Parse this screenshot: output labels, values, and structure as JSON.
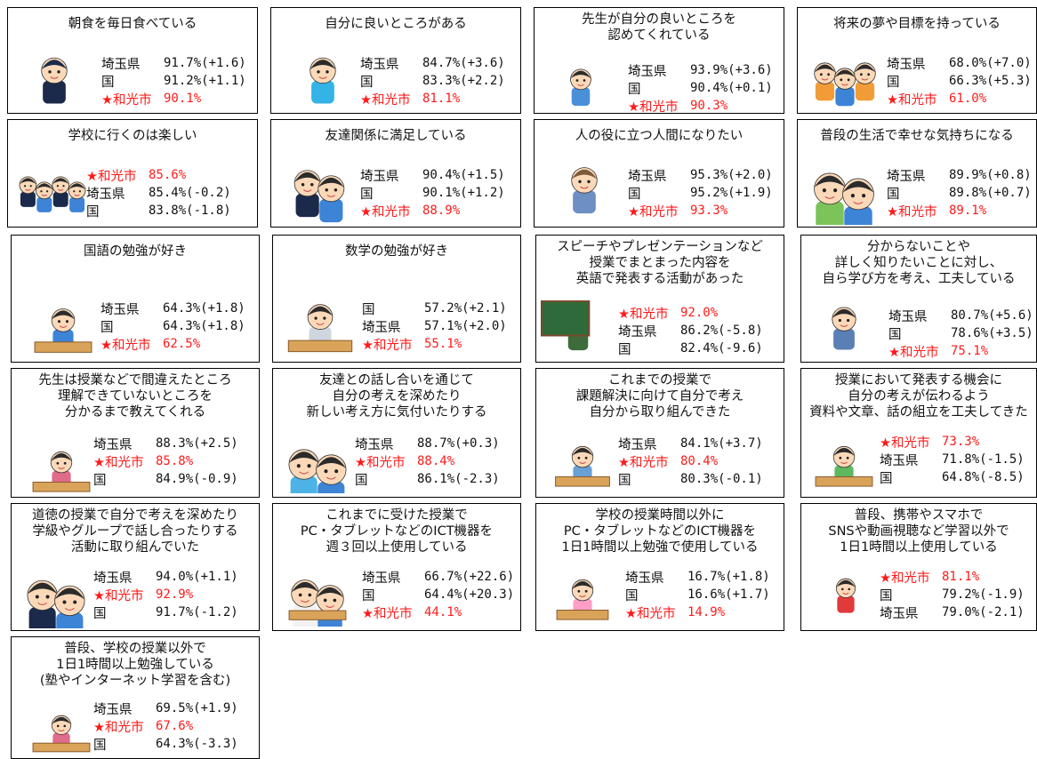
{
  "cards": [
    {
      "title": [
        "朝食を毎日食べている"
      ],
      "rows": [
        {
          "label": "埼玉県",
          "value": "91.7%(+1.6)",
          "red": false
        },
        {
          "label": "国",
          "value": "91.2%(+1.1)",
          "red": false
        },
        {
          "label": "★和光市",
          "value": "90.1%",
          "red": true
        }
      ]
    },
    {
      "title": [
        "自分に良いところがある"
      ],
      "rows": [
        {
          "label": "埼玉県",
          "value": "84.7%(+3.6)",
          "red": false
        },
        {
          "label": "国",
          "value": "83.3%(+2.2)",
          "red": false
        },
        {
          "label": "★和光市",
          "value": "81.1%",
          "red": true
        }
      ]
    },
    {
      "title": [
        "先生が自分の良いところを",
        "認めてくれている"
      ],
      "rows": [
        {
          "label": "埼玉県",
          "value": "93.9%(+3.6)",
          "red": false
        },
        {
          "label": "国",
          "value": "90.4%(+0.1)",
          "red": false
        },
        {
          "label": "★和光市",
          "value": "90.3%",
          "red": true
        }
      ]
    },
    {
      "title": [
        "将来の夢や目標を持っている"
      ],
      "rows": [
        {
          "label": "埼玉県",
          "value": "68.0%(+7.0)",
          "red": false
        },
        {
          "label": "国",
          "value": "66.3%(+5.3)",
          "red": false
        },
        {
          "label": "★和光市",
          "value": "61.0%",
          "red": true
        }
      ]
    },
    {
      "title": [
        "学校に行くのは楽しい"
      ],
      "rows": [
        {
          "label": "★和光市",
          "value": "85.6%",
          "red": true
        },
        {
          "label": "埼玉県",
          "value": "85.4%(-0.2)",
          "red": false
        },
        {
          "label": "国",
          "value": "83.8%(-1.8)",
          "red": false
        }
      ]
    },
    {
      "title": [
        "友達関係に満足している"
      ],
      "rows": [
        {
          "label": "埼玉県",
          "value": "90.4%(+1.5)",
          "red": false
        },
        {
          "label": "国",
          "value": "90.1%(+1.2)",
          "red": false
        },
        {
          "label": "★和光市",
          "value": "88.9%",
          "red": true
        }
      ]
    },
    {
      "title": [
        "人の役に立つ人間になりたい"
      ],
      "rows": [
        {
          "label": "埼玉県",
          "value": "95.3%(+2.0)",
          "red": false
        },
        {
          "label": "国",
          "value": "95.2%(+1.9)",
          "red": false
        },
        {
          "label": "★和光市",
          "value": "93.3%",
          "red": true
        }
      ]
    },
    {
      "title": [
        "普段の生活で幸せな気持ちになる"
      ],
      "rows": [
        {
          "label": "埼玉県",
          "value": "89.9%(+0.8)",
          "red": false
        },
        {
          "label": "国",
          "value": "89.8%(+0.7)",
          "red": false
        },
        {
          "label": "★和光市",
          "value": "89.1%",
          "red": true
        }
      ]
    },
    {
      "title": [
        "国語の勉強が好き"
      ],
      "rows": [
        {
          "label": "埼玉県",
          "value": "64.3%(+1.8)",
          "red": false
        },
        {
          "label": "国",
          "value": "64.3%(+1.8)",
          "red": false
        },
        {
          "label": "★和光市",
          "value": "62.5%",
          "red": true
        }
      ]
    },
    {
      "title": [
        "数学の勉強が好き"
      ],
      "rows": [
        {
          "label": "国",
          "value": "57.2%(+2.1)",
          "red": false
        },
        {
          "label": "埼玉県",
          "value": "57.1%(+2.0)",
          "red": false
        },
        {
          "label": "★和光市",
          "value": "55.1%",
          "red": true
        }
      ]
    },
    {
      "title": [
        "スピーチやプレゼンテーションなど",
        "授業でまとまった内容を",
        "英語で発表する活動があった"
      ],
      "rows": [
        {
          "label": "★和光市",
          "value": "92.0%",
          "red": true
        },
        {
          "label": "埼玉県",
          "value": "86.2%(-5.8)",
          "red": false
        },
        {
          "label": "国",
          "value": "82.4%(-9.6)",
          "red": false
        }
      ]
    },
    {
      "title": [
        "分からないことや",
        "詳しく知りたいことに対し、",
        "自ら学び方を考え、工夫している"
      ],
      "rows": [
        {
          "label": "埼玉県",
          "value": "80.7%(+5.6)",
          "red": false
        },
        {
          "label": "国",
          "value": "78.6%(+3.5)",
          "red": false
        },
        {
          "label": "★和光市",
          "value": "75.1%",
          "red": true
        }
      ]
    },
    {
      "title": [
        "先生は授業などで間違えたところ",
        "理解できていないところを",
        "分かるまで教えてくれる"
      ],
      "rows": [
        {
          "label": "埼玉県",
          "value": "88.3%(+2.5)",
          "red": false
        },
        {
          "label": "★和光市",
          "value": "85.8%",
          "red": true
        },
        {
          "label": "国",
          "value": "84.9%(-0.9)",
          "red": false
        }
      ]
    },
    {
      "title": [
        "友達との話し合いを通じて",
        "自分の考えを深めたり",
        "新しい考え方に気付いたりする"
      ],
      "rows": [
        {
          "label": "埼玉県",
          "value": "88.7%(+0.3)",
          "red": false
        },
        {
          "label": "★和光市",
          "value": "88.4%",
          "red": true
        },
        {
          "label": "国",
          "value": "86.1%(-2.3)",
          "red": false
        }
      ]
    },
    {
      "title": [
        "これまでの授業で",
        "課題解決に向けて自分で考え",
        "自分から取り組んできた"
      ],
      "rows": [
        {
          "label": "埼玉県",
          "value": "84.1%(+3.7)",
          "red": false
        },
        {
          "label": "★和光市",
          "value": "80.4%",
          "red": true
        },
        {
          "label": "国",
          "value": "80.3%(-0.1)",
          "red": false
        }
      ]
    },
    {
      "title": [
        "授業において発表する機会に",
        "自分の考えが伝わるよう",
        "資料や文章、話の組立を工夫してきた"
      ],
      "rows": [
        {
          "label": "★和光市",
          "value": "73.3%",
          "red": true
        },
        {
          "label": "埼玉県",
          "value": "71.8%(-1.5)",
          "red": false
        },
        {
          "label": "国",
          "value": "64.8%(-8.5)",
          "red": false
        }
      ]
    },
    {
      "title": [
        "道徳の授業で自分で考えを深めたり",
        "学級やグループで話し合ったりする",
        "活動に取り組んでいた"
      ],
      "rows": [
        {
          "label": "埼玉県",
          "value": "94.0%(+1.1)",
          "red": false
        },
        {
          "label": "★和光市",
          "value": "92.9%",
          "red": true
        },
        {
          "label": "国",
          "value": "91.7%(-1.2)",
          "red": false
        }
      ]
    },
    {
      "title": [
        "これまでに受けた授業で",
        "PC・タブレットなどのICT機器を",
        "週３回以上使用している"
      ],
      "rows": [
        {
          "label": "埼玉県",
          "value": "66.7%(+22.6)",
          "red": false
        },
        {
          "label": "国",
          "value": "64.4%(+20.3)",
          "red": false
        },
        {
          "label": "★和光市",
          "value": "44.1%",
          "red": true
        }
      ]
    },
    {
      "title": [
        "学校の授業時間以外に",
        "PC・タブレットなどのICT機器を",
        "1日1時間以上勉強で使用している"
      ],
      "rows": [
        {
          "label": "埼玉県",
          "value": "16.7%(+1.8)",
          "red": false
        },
        {
          "label": "国",
          "value": "16.6%(+1.7)",
          "red": false
        },
        {
          "label": "★和光市",
          "value": "14.9%",
          "red": true
        }
      ]
    },
    {
      "title": [
        "普段、携帯やスマホで",
        "SNSや動画視聴など学習以外で",
        "1日1時間以上使用している"
      ],
      "rows": [
        {
          "label": "★和光市",
          "value": "81.1%",
          "red": true
        },
        {
          "label": "国",
          "value": "79.2%(-1.9)",
          "red": false
        },
        {
          "label": "埼玉県",
          "value": "79.0%(-2.1)",
          "red": false
        }
      ]
    },
    {
      "title": [
        "普段、学校の授業以外で",
        "1日1時間以上勉強している",
        "(塾やインターネット学習を含む)"
      ],
      "rows": [
        {
          "label": "埼玉県",
          "value": "69.5%(+1.9)",
          "red": false
        },
        {
          "label": "★和光市",
          "value": "67.6%",
          "red": true
        },
        {
          "label": "国",
          "value": "64.3%(-3.3)",
          "red": false
        }
      ]
    }
  ]
}
